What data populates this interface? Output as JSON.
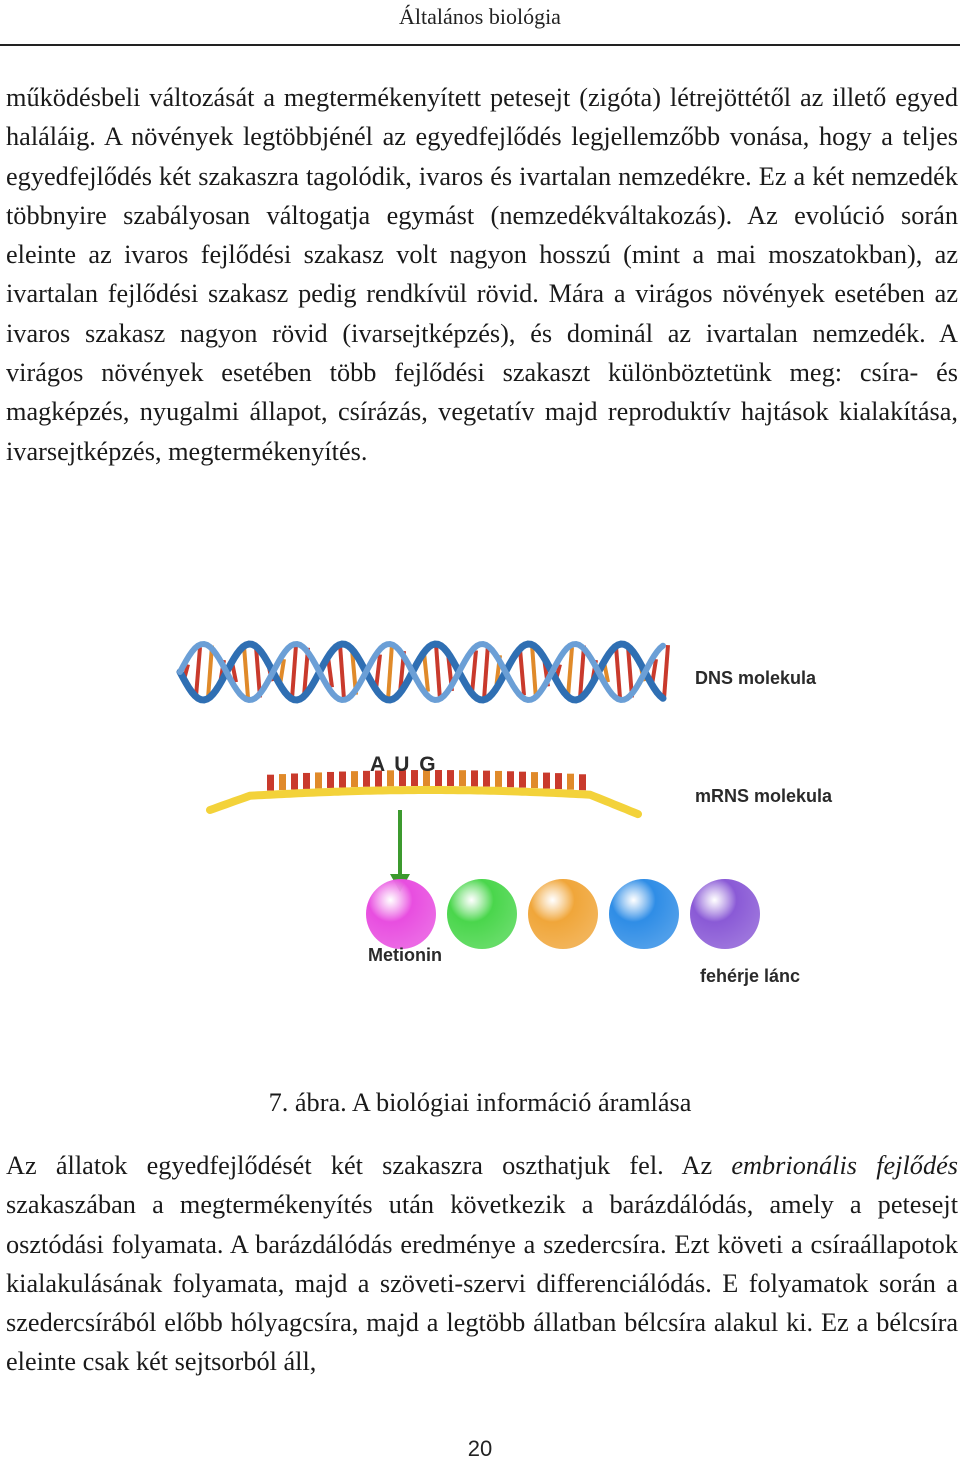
{
  "header": {
    "title": "Általános biológia"
  },
  "paragraph1": {
    "s1": "működésbeli változását a megtermékenyített petesejt (zigóta) létrejöttétől az illető egyed haláláig.",
    "s2": "A növények legtöbbjénél az egyedfejlődés legjellemzőbb vonása, hogy a teljes egyedfejlődés két szakaszra tagolódik, ivaros és ivartalan nemzedékre.",
    "s3": "Ez a két nemzedék többnyire szabályosan váltogatja egymást (nemzedékváltakozás).",
    "s4": "Az evolúció során eleinte az ivaros fejlődési szakasz volt nagyon hosszú (mint a mai moszatokban), az ivartalan fejlődési szakasz pedig rendkívül rövid.",
    "s5": "Mára a virágos növények esetében az ivaros szakasz nagyon rövid (ivarsejtképzés), és dominál az ivartalan nemzedék.",
    "s6": "A virágos növények esetében több fejlődési szakaszt különböztetünk meg: csíra- és magképzés, nyugalmi állapot, csírázás, vegetatív majd reproduktív hajtások kialakítása, ivarsejtképzés, megtermékenyítés."
  },
  "figure": {
    "labels": {
      "dna": "DNS molekula",
      "codon": "A U G",
      "mrna": "mRNS molekula",
      "methionine": "Metionin",
      "protein": "fehérje lánc"
    },
    "colors": {
      "dna_strand": "#2f6fb3",
      "mrna_strand": "#f3d23a",
      "arrow": "#3c9a2e",
      "base_red": "#c93a2c",
      "base_orange": "#e08a2a"
    },
    "amino_acid_colors": [
      "#e84ee0",
      "#4ad64c",
      "#f0a63a",
      "#2f8de6",
      "#8a5ad6"
    ]
  },
  "caption": {
    "number": "7. ábra.",
    "text": "A biológiai információ áramlása"
  },
  "paragraph2": {
    "s1_start": "Az állatok egyedfejlődését két szakaszra oszthatjuk fel. Az ",
    "s1_emph": "embrionális fejlődés",
    "s1_end": " szakaszában a megtermékenyítés után következik a barázdálódás, amely a petesejt osztódási folyamata.",
    "s2": "A barázdálódás eredménye a szedercsíra.",
    "s3": "Ezt követi a csíraállapotok kialakulásának folyamata, majd a szöveti-szervi differenciálódás.",
    "s4": "E folyamatok során a szedercsírából előbb hólyagcsíra, majd a legtöbb állatban bélcsíra alakul ki.",
    "s5": "Ez a bélcsíra eleinte csak két sejtsorból áll,"
  },
  "footer": {
    "page_number": "20"
  }
}
